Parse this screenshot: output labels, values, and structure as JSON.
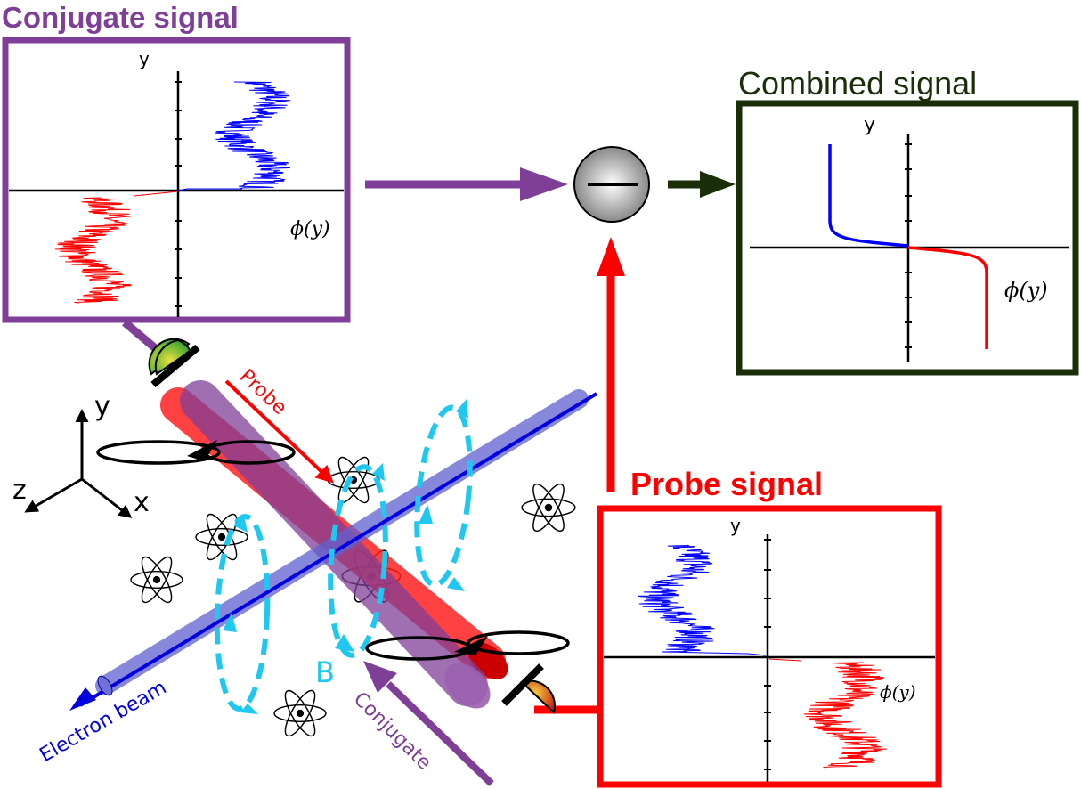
{
  "titles": {
    "conjugate_signal": "Conjugate signal",
    "combined_signal": "Combined signal",
    "probe_signal": "Probe signal"
  },
  "axes": {
    "y_label": "y",
    "phi_label": "ϕ(y)"
  },
  "operator": "−",
  "labels": {
    "probe": "Probe",
    "conjugate": "Conjugate",
    "electron_beam": "Electron beam",
    "b_field": "B",
    "axis_x": "x",
    "axis_y": "y",
    "axis_z": "z"
  },
  "colors": {
    "conjugate": "#7f3f98",
    "probe": "#ff0000",
    "combined": "#1a2e0a",
    "electron_beam": "#0000e0",
    "b_field": "#1ec8f0",
    "blue_trace": "#0000ff",
    "red_trace": "#ff0000"
  },
  "icons": [
    "atom-icon",
    "detector-icon",
    "coordinate-axes-icon",
    "subtract-operator-icon",
    "loop-coil-icon"
  ],
  "chart_data": [
    {
      "type": "line",
      "panel": "conjugate",
      "xlabel": "ϕ(y)",
      "ylabel": "y",
      "series": [
        {
          "values_description": "noisy, y>0, phi>0",
          "color": "blue"
        },
        {
          "values_description": "noisy, y<0, phi<0",
          "color": "red"
        }
      ]
    },
    {
      "type": "line",
      "panel": "combined",
      "xlabel": "ϕ(y)",
      "ylabel": "y",
      "series": [
        {
          "values_description": "smooth, y>0, phi<0",
          "color": "blue"
        },
        {
          "values_description": "smooth, y<0, phi>0",
          "color": "red"
        }
      ]
    },
    {
      "type": "line",
      "panel": "probe",
      "xlabel": "ϕ(y)",
      "ylabel": "y",
      "series": [
        {
          "values_description": "noisy, y>0, phi<0",
          "color": "blue"
        },
        {
          "values_description": "noisy, y<0, phi>0",
          "color": "red"
        }
      ]
    }
  ]
}
